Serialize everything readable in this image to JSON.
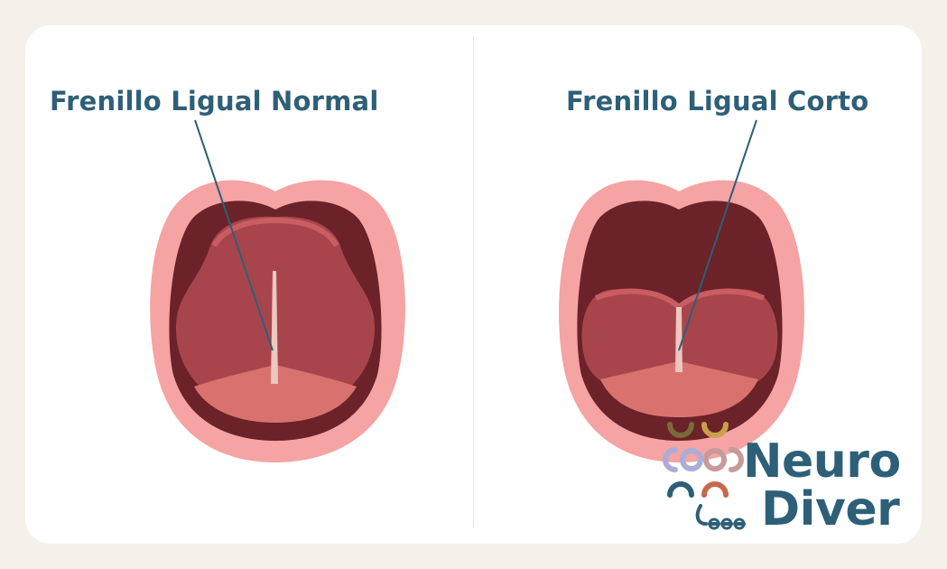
{
  "labels": {
    "normal": "Frenillo Ligual Normal",
    "short": "Frenillo Ligual Corto"
  },
  "brand": {
    "line1": "Neuro",
    "line2": "Diver"
  },
  "colors": {
    "background": "#f5f1ea",
    "card": "#ffffff",
    "label_text": "#2e5f78",
    "lips": "#f5a3a3",
    "mouth_cavity": "#6b2228",
    "tongue": "#a8454c",
    "tongue_highlight": "#c95d63",
    "tongue_underside": "#d9726e",
    "frenulum": "#f0c6c0",
    "logo_olive": "#7a6a3a",
    "logo_gold": "#c8a24a",
    "logo_lavender": "#a9aed6",
    "logo_mauve": "#c89a9a",
    "logo_teal": "#2e5f78",
    "logo_terracotta": "#c56a4a"
  }
}
